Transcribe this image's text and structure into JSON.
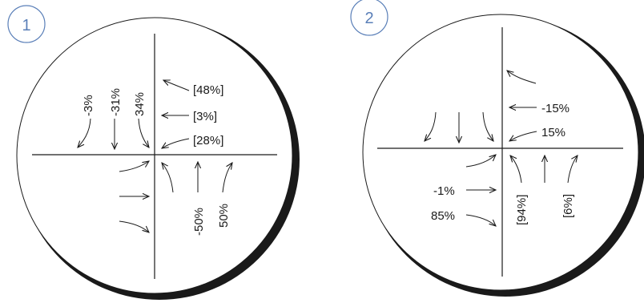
{
  "diagrams": [
    {
      "number": "1",
      "labels": {
        "west_u_left": "-3%",
        "west_through": "-31%",
        "west_right": "34%",
        "east_top": "[48%]",
        "east_mid": "[3%]",
        "east_bottom": "[28%]",
        "south_through": "-50%",
        "south_right": "50%"
      }
    },
    {
      "number": "2",
      "labels": {
        "east_through": "-15%",
        "east_right": "15%",
        "west_through": "-1%",
        "west_right": "85%",
        "south_left": "[94%]",
        "south_right": "[6%]"
      }
    }
  ],
  "colors": {
    "badge": "#5a7fb8",
    "ink": "#1a1a1a"
  }
}
